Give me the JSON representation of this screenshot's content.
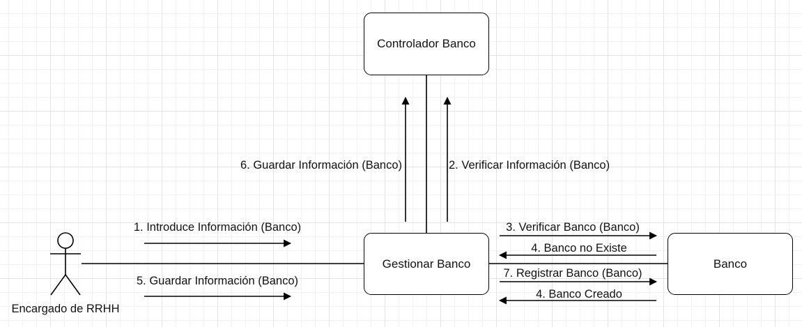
{
  "nodes": {
    "controller": "Controlador Banco",
    "manager": "Gestionar Banco",
    "bank": "Banco",
    "actor": "Encargado de RRHH"
  },
  "messages": {
    "m1": "1. Introduce Información (Banco)",
    "m5": "5. Guardar Información (Banco)",
    "m6": "6. Guardar Información (Banco)",
    "m2": "2. Verificar Información (Banco)",
    "m3": "3. Verificar Banco (Banco)",
    "m4a": "4. Banco no Existe",
    "m7": "7. Registrar Banco (Banco)",
    "m4b": "4. Banco Creado"
  }
}
